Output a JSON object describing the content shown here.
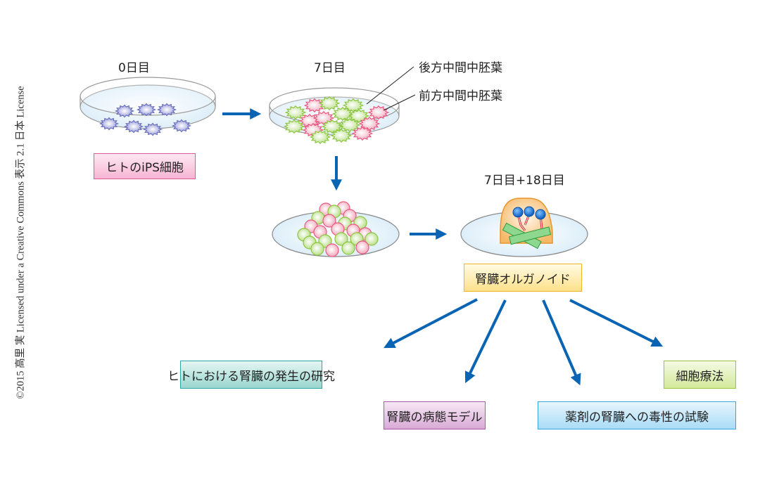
{
  "copyright": "©2015 高里 実 Licensed under a Creative Commons 表示 2.1 日本 License",
  "stages": {
    "day0": {
      "label": "0日目",
      "box": "ヒトのiPS細胞"
    },
    "day7": {
      "label": "7日目",
      "annotations": [
        "後方中間中胚葉",
        "前方中間中胚葉"
      ]
    },
    "organoid": {
      "label": "7日目+18日目",
      "box": "腎臓オルガノイド"
    }
  },
  "applications": [
    {
      "label": "ヒトにおける腎臓の発生の研究"
    },
    {
      "label": "腎臓の病態モデル"
    },
    {
      "label": "薬剤の腎臓への毒性の試験"
    },
    {
      "label": "細胞療法"
    }
  ],
  "colors": {
    "arrow": "#0a64b4",
    "ips_cell": "#6a6fc0",
    "green_cell": "#8cc63f",
    "pink_cell": "#e9587f",
    "box_pink_border": "#e05a93",
    "box_yellow_border": "#f0b429",
    "box_teal_border": "#2aa7a3",
    "box_purple_border": "#a55aa4",
    "box_blue_border": "#37a6e0",
    "box_green_border": "#9ac43a"
  }
}
